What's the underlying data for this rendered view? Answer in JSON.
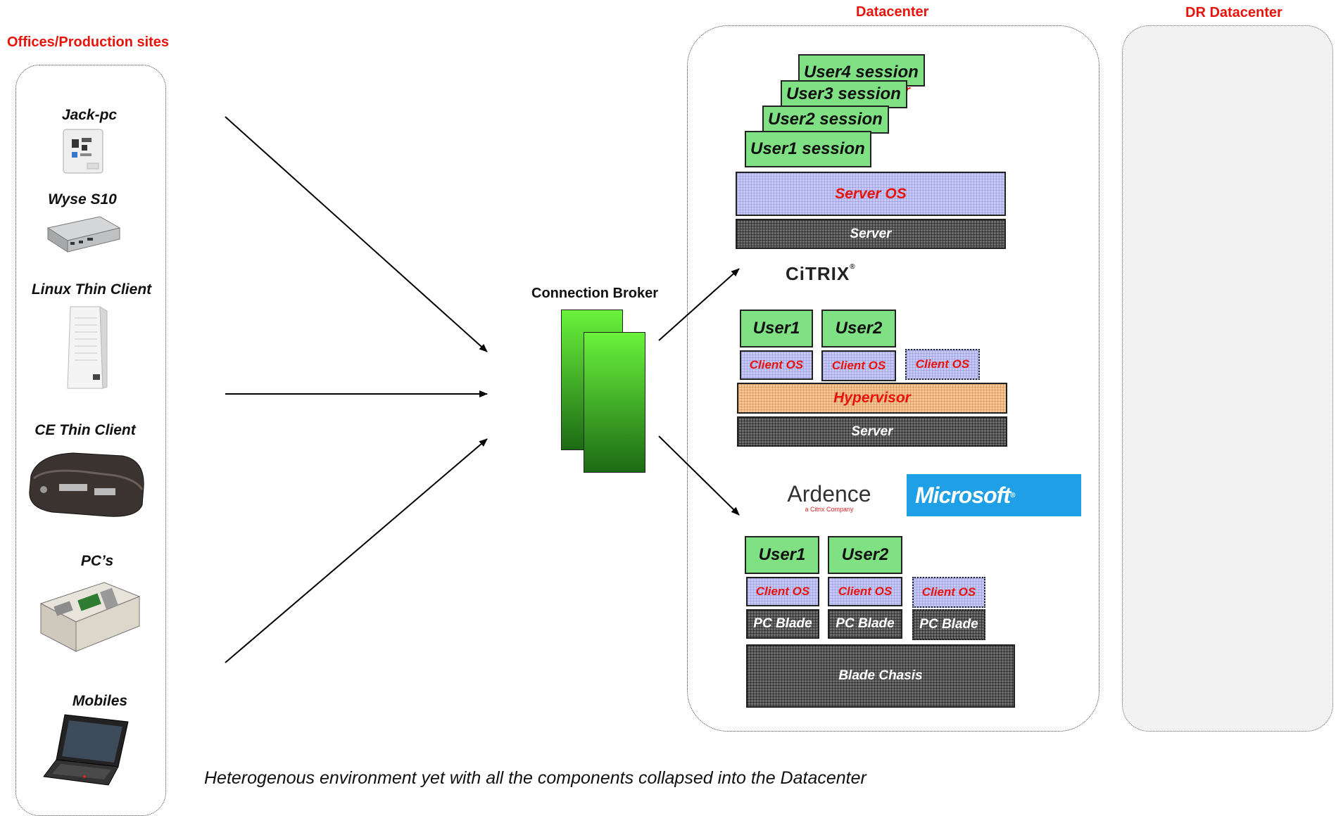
{
  "headers": {
    "offices": "Offices/Production sites",
    "datacenter": "Datacenter",
    "dr_datacenter": "DR Datacenter"
  },
  "devices": [
    {
      "label": "Jack-pc",
      "icon": "jack-pc-icon"
    },
    {
      "label": "Wyse S10",
      "icon": "thin-client-icon"
    },
    {
      "label": "Linux Thin Client",
      "icon": "tower-thin-client-icon"
    },
    {
      "label": "CE Thin Client",
      "icon": "ce-thin-client-icon"
    },
    {
      "label": "PC’s",
      "icon": "pc-chassis-icon"
    },
    {
      "label": "Mobiles",
      "icon": "laptop-icon"
    }
  ],
  "broker": {
    "label": "Connection Broker"
  },
  "server_stack": {
    "sessions": [
      "User4 session",
      "User3 session",
      "User2 session",
      "User1 session"
    ],
    "os": "Server OS",
    "hardware": "Server"
  },
  "vendors": {
    "citrix": "CiTRIX",
    "ardence": "Ardence",
    "ardence_sub": "a Citrix Company",
    "microsoft": "Microsoft"
  },
  "vdi_stack": {
    "users": [
      "User1",
      "User2"
    ],
    "client_os": [
      "Client OS",
      "Client OS",
      "Client OS"
    ],
    "hypervisor": "Hypervisor",
    "hardware": "Server"
  },
  "blade_stack": {
    "users": [
      "User1",
      "User2"
    ],
    "client_os": [
      "Client OS",
      "Client OS",
      "Client OS"
    ],
    "blades": [
      "PC Blade",
      "PC Blade",
      "PC Blade"
    ],
    "chassis": "Blade Chasis"
  },
  "caption": "Heterogenous environment yet with all the components collapsed into the Datacenter",
  "colors": {
    "accent_red": "#e8140c",
    "user_green": "#7fe084",
    "os_blue": "#c6c9f7",
    "hypervisor_orange": "#f7c694",
    "microsoft_blue": "#1e9fe6"
  }
}
